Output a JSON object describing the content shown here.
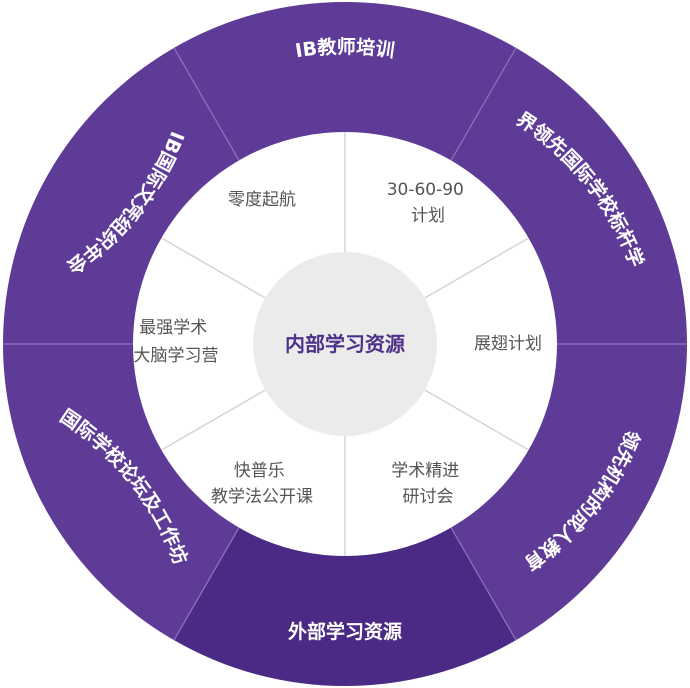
{
  "center": {
    "label": "内部学习资源"
  },
  "inner_segments": [
    {
      "lines": [
        "零度起航"
      ]
    },
    {
      "lines": [
        "30-60-90",
        "计划"
      ]
    },
    {
      "lines": [
        "展翅计划"
      ]
    },
    {
      "lines": [
        "学术精进",
        "研讨会"
      ]
    },
    {
      "lines": [
        "快普乐",
        "教学法公开课"
      ]
    },
    {
      "lines": [
        "最强学术",
        "大脑学习营"
      ]
    }
  ],
  "outer_segments": [
    {
      "label": "IB教师培训"
    },
    {
      "label": "世界领先国际学校标杆学习"
    },
    {
      "label": "行业领先机构的成人教育培训"
    },
    {
      "label": "外部学习资源"
    },
    {
      "label": "国际学校论坛及工作坊"
    },
    {
      "label": "IB国际文凭组织年会"
    }
  ],
  "colors": {
    "outer_ring": "#5e3b96",
    "outer_ring_highlight": "#4a2a85",
    "ring_divider": "#8e75bc",
    "inner_divider": "#d4d4d4",
    "center_fill": "#ebebeb",
    "inner_text": "#555555",
    "center_text": "#4e3289"
  }
}
